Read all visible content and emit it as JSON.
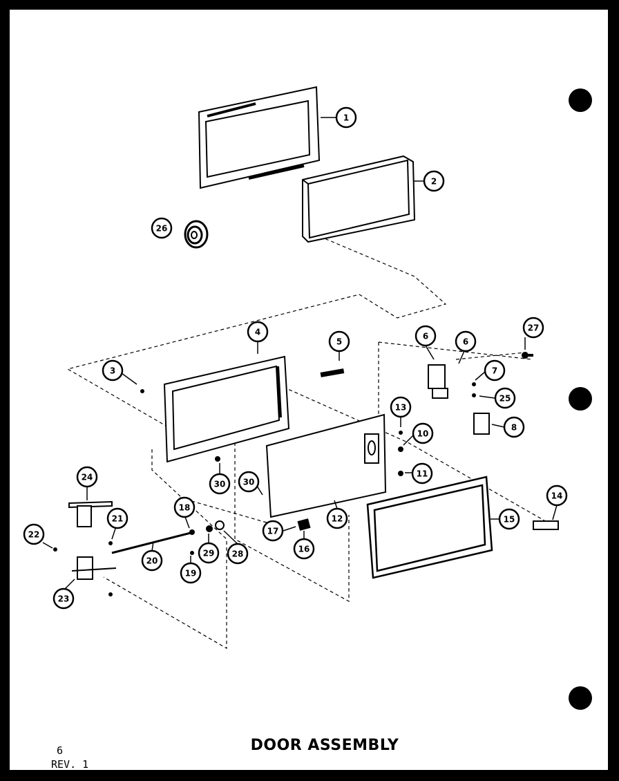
{
  "document": {
    "title": "DOOR ASSEMBLY",
    "page_number": "6",
    "revision": "REV. 1"
  },
  "callouts": [
    {
      "id": "c1",
      "label": "1"
    },
    {
      "id": "c2",
      "label": "2"
    },
    {
      "id": "c26",
      "label": "26"
    },
    {
      "id": "c4",
      "label": "4"
    },
    {
      "id": "c5",
      "label": "5"
    },
    {
      "id": "c3",
      "label": "3"
    },
    {
      "id": "c6a",
      "label": "6"
    },
    {
      "id": "c6b",
      "label": "6"
    },
    {
      "id": "c27",
      "label": "27"
    },
    {
      "id": "c7",
      "label": "7"
    },
    {
      "id": "c25",
      "label": "25"
    },
    {
      "id": "c8",
      "label": "8"
    },
    {
      "id": "c13",
      "label": "13"
    },
    {
      "id": "c10",
      "label": "10"
    },
    {
      "id": "c11",
      "label": "11"
    },
    {
      "id": "c30a",
      "label": "30"
    },
    {
      "id": "c30b",
      "label": "30"
    },
    {
      "id": "c24",
      "label": "24"
    },
    {
      "id": "c14",
      "label": "14"
    },
    {
      "id": "c12",
      "label": "12"
    },
    {
      "id": "c15",
      "label": "15"
    },
    {
      "id": "c18",
      "label": "18"
    },
    {
      "id": "c21",
      "label": "21"
    },
    {
      "id": "c22",
      "label": "22"
    },
    {
      "id": "c17",
      "label": "17"
    },
    {
      "id": "c29",
      "label": "29"
    },
    {
      "id": "c28",
      "label": "28"
    },
    {
      "id": "c16",
      "label": "16"
    },
    {
      "id": "c20",
      "label": "20"
    },
    {
      "id": "c19",
      "label": "19"
    },
    {
      "id": "c23",
      "label": "23"
    }
  ]
}
